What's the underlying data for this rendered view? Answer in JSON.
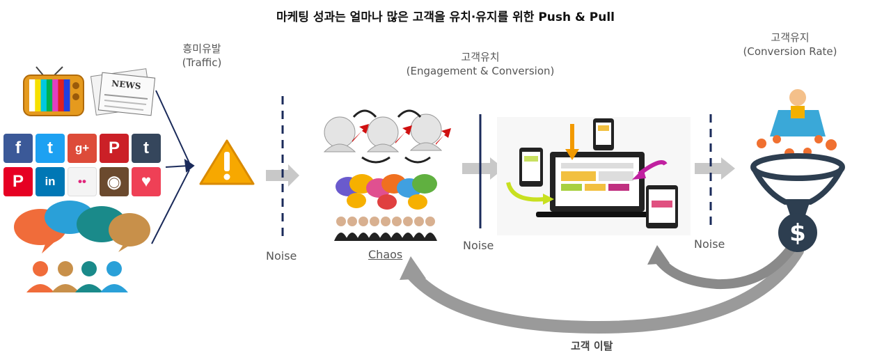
{
  "title": "마케팅 성과는 얼마나 많은 고객을 유치·유지를 위한 Push & Pull",
  "stages": {
    "traffic": {
      "label": "흥미유발",
      "sublabel": "(Traffic)"
    },
    "engagement": {
      "label": "고객유치",
      "sublabel": "(Engagement & Conversion)"
    },
    "retention": {
      "label": "고객유지",
      "sublabel": "(Conversion Rate)"
    }
  },
  "noise_labels": [
    "Noise",
    "Noise",
    "Noise"
  ],
  "chaos_label": "Chaos",
  "churn_label": "고객 이탈",
  "tv_screen_colors": [
    "#ffffff",
    "#f6e000",
    "#00c8e0",
    "#00b050",
    "#e040c0",
    "#e02020",
    "#2040e0"
  ],
  "social_tiles": [
    {
      "icon": "facebook-icon",
      "glyph": "f",
      "color": "#3b5998"
    },
    {
      "icon": "twitter-icon",
      "glyph": "t",
      "color": "#1da1f2"
    },
    {
      "icon": "google-plus-icon",
      "glyph": "g+",
      "color": "#dd4b39"
    },
    {
      "icon": "pinterest-icon",
      "glyph": "P",
      "color": "#cb2027"
    },
    {
      "icon": "tumblr-icon",
      "glyph": "t",
      "color": "#35465c"
    },
    {
      "icon": "pinterest-round-icon",
      "glyph": "P",
      "color": "#e60023"
    },
    {
      "icon": "linkedin-icon",
      "glyph": "in",
      "color": "#0077b5"
    },
    {
      "icon": "flickr-icon",
      "glyph": "••",
      "color": "#f4f4f4"
    },
    {
      "icon": "instagram-icon",
      "glyph": "◉",
      "color": "#6b4a2e"
    },
    {
      "icon": "pocket-icon",
      "glyph": "♥",
      "color": "#ef4056"
    }
  ],
  "colors": {
    "arrow_gray": "#c8c8c8",
    "noise_line": "#1a2a5a",
    "warning": "#f7a800",
    "churn_arrow": "#8a8a8a",
    "funnel": "#2d3e50",
    "ball": "#f07030"
  }
}
